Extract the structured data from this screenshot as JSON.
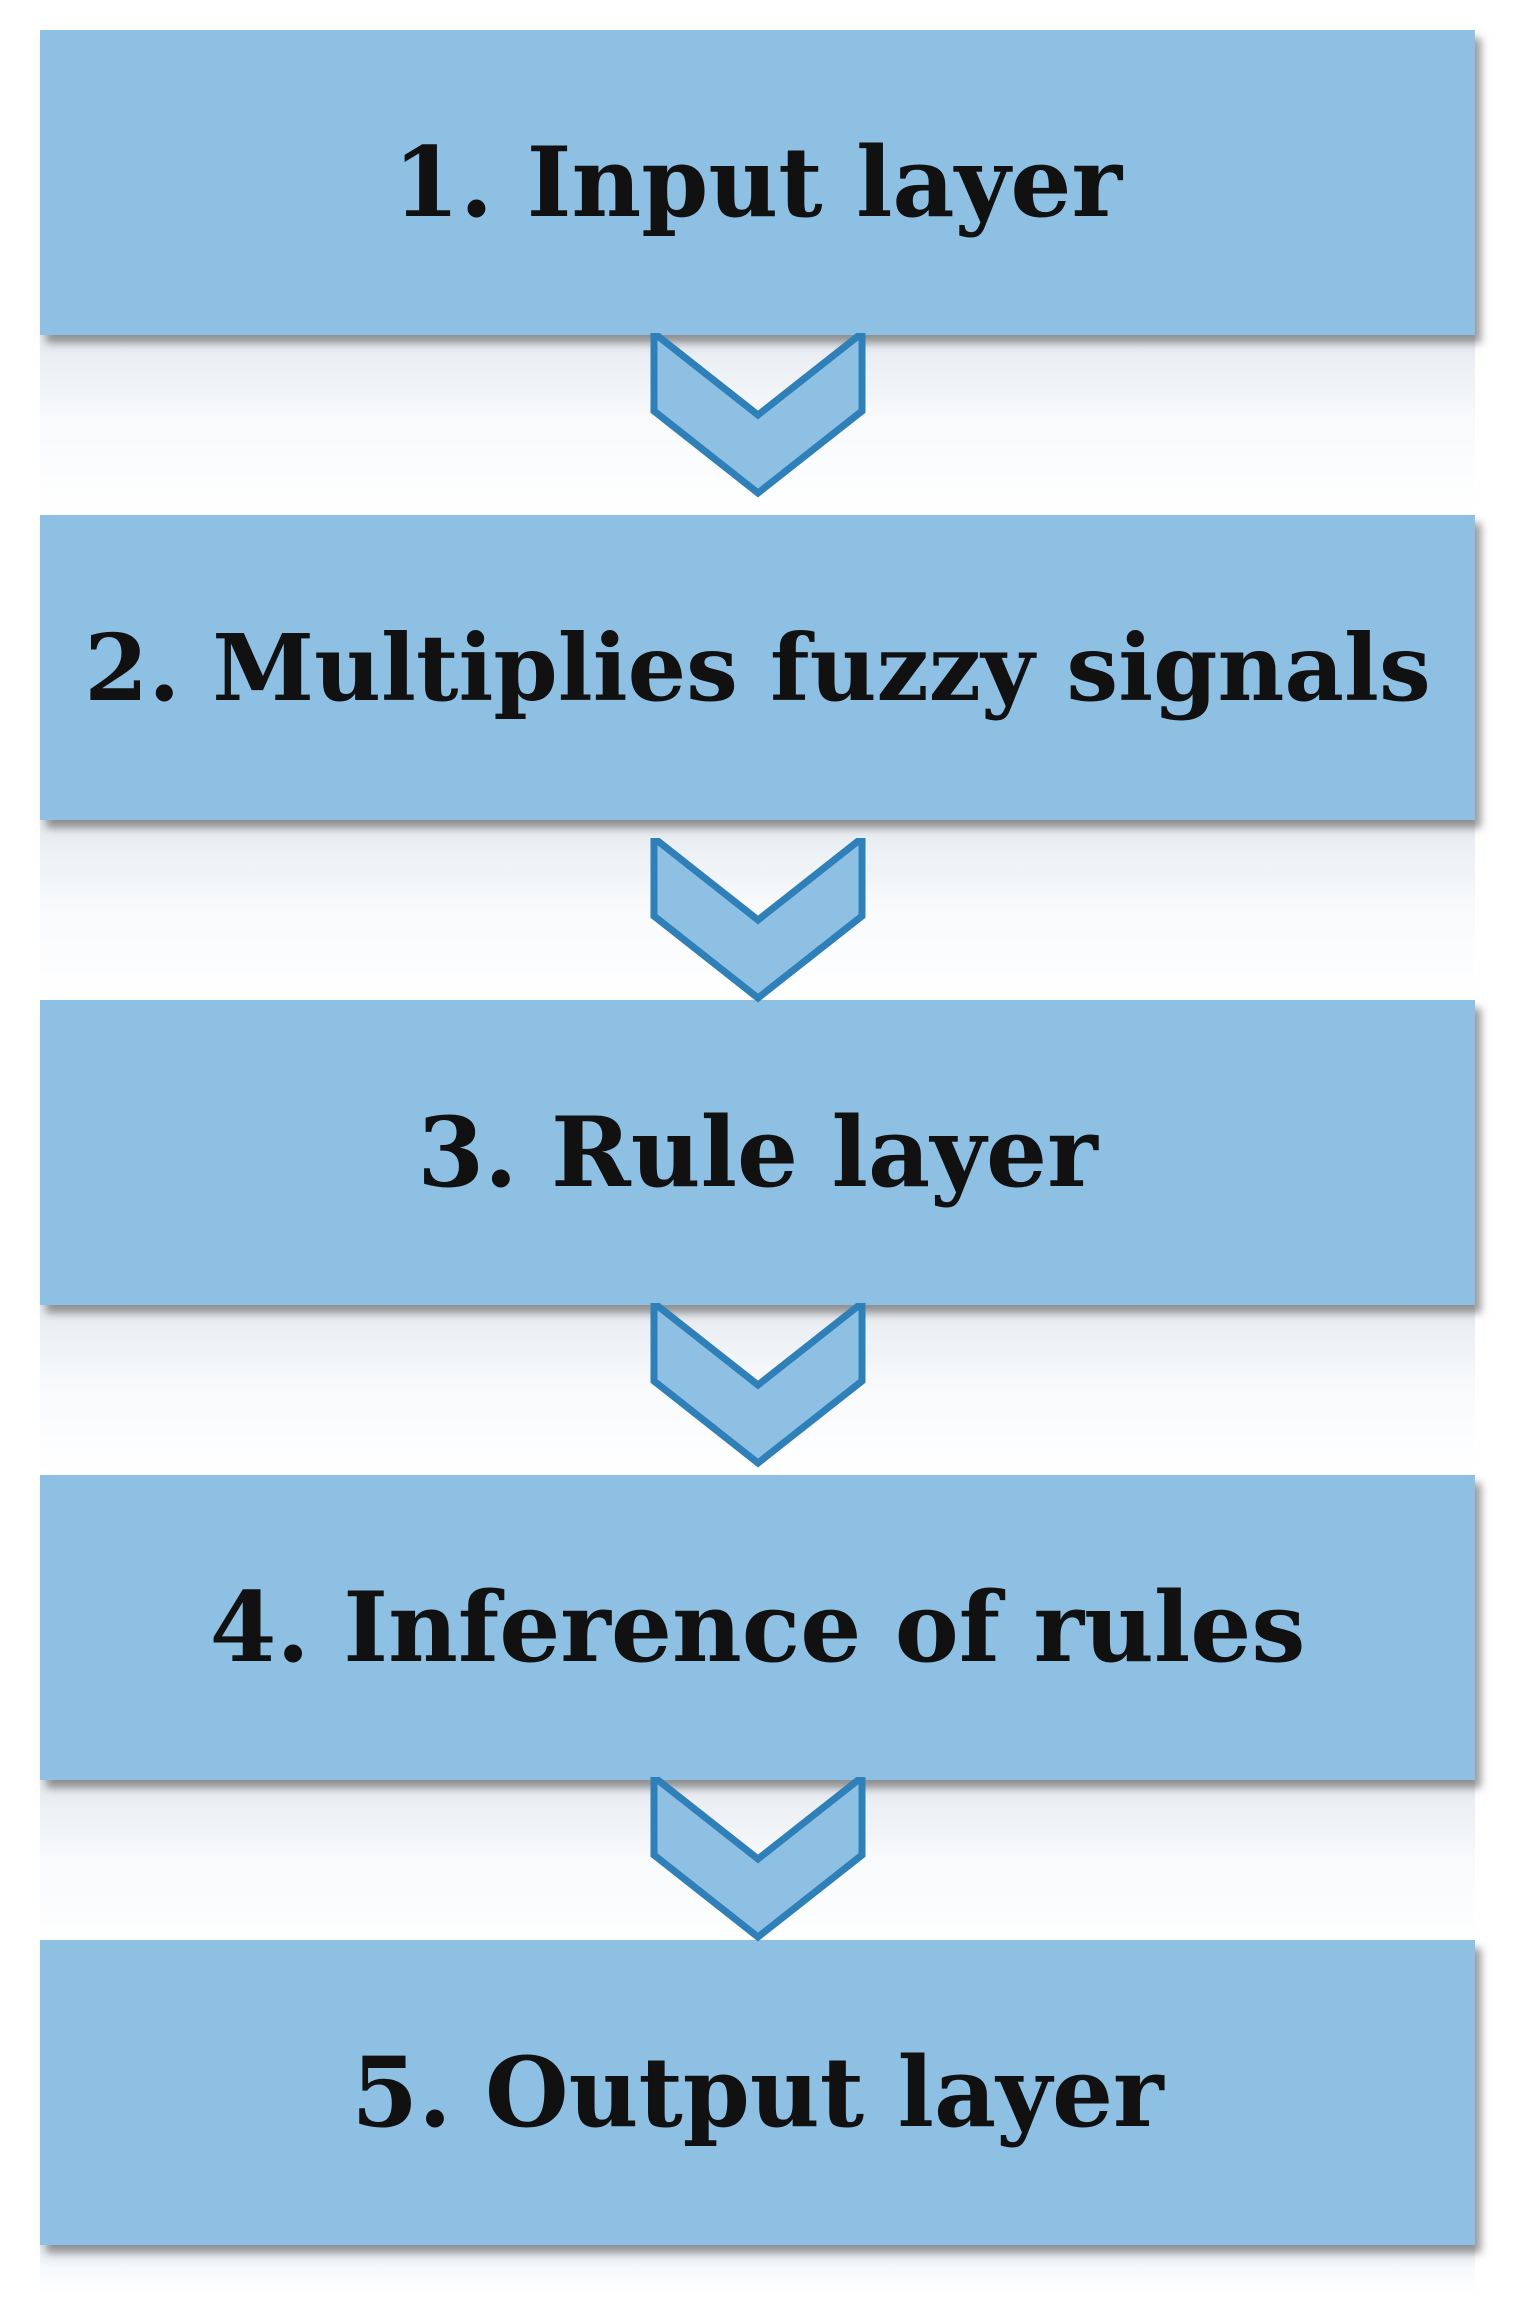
{
  "steps": [
    {
      "label": "1. Input layer"
    },
    {
      "label": "2. Multiplies fuzzy signals"
    },
    {
      "label": "3. Rule layer"
    },
    {
      "label": "4. Inference of rules"
    },
    {
      "label": "5. Output layer"
    }
  ],
  "colors": {
    "box_fill": "#8ec0e4",
    "chevron_fill": "#8ec0e4",
    "chevron_stroke": "#2f7fb8",
    "text": "#111111"
  },
  "icons": {
    "arrow": "chevron-down-icon"
  }
}
